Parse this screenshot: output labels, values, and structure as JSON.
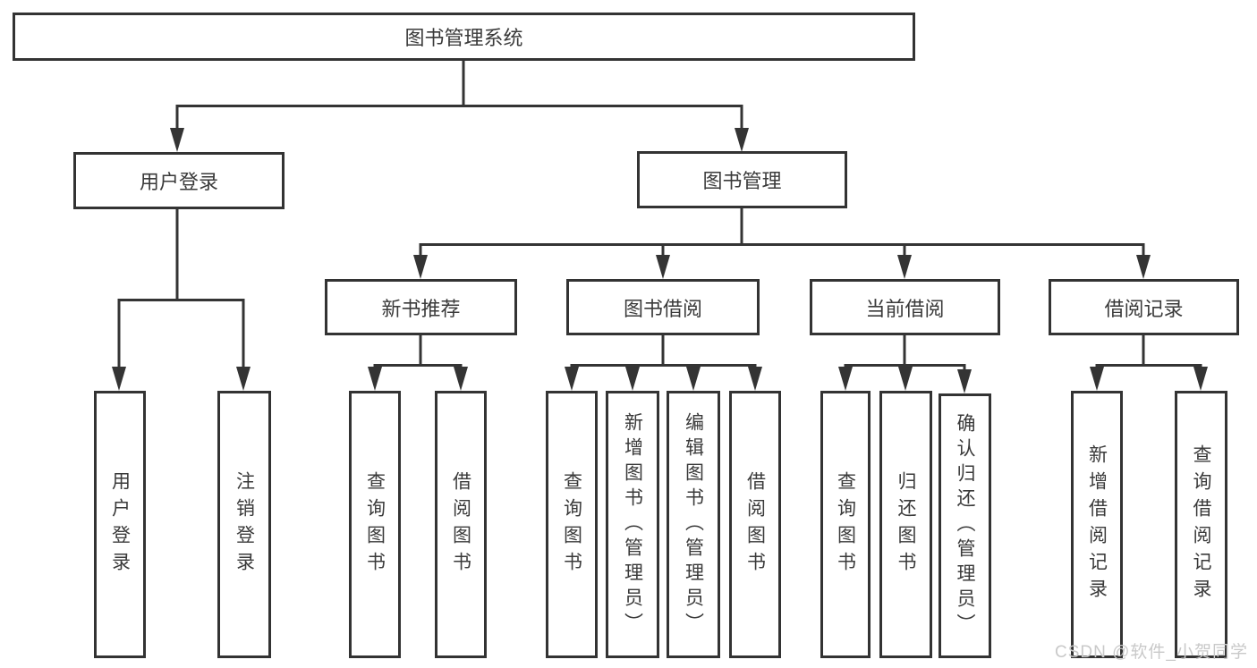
{
  "diagram_title": "图书管理系统",
  "root": {
    "label": "图书管理系统"
  },
  "level2": [
    {
      "label": "用户登录"
    },
    {
      "label": "图书管理"
    }
  ],
  "level3": [
    {
      "label": "新书推荐"
    },
    {
      "label": "图书借阅"
    },
    {
      "label": "当前借阅"
    },
    {
      "label": "借阅记录"
    }
  ],
  "leaves": [
    {
      "label": "用户登录",
      "parent": "用户登录"
    },
    {
      "label": "注销登录",
      "parent": "用户登录"
    },
    {
      "label": "查询图书",
      "parent": "新书推荐"
    },
    {
      "label": "借阅图书",
      "parent": "新书推荐"
    },
    {
      "label": "查询图书",
      "parent": "图书借阅"
    },
    {
      "label": "新增图书（管理员）",
      "parent": "图书借阅"
    },
    {
      "label": "编辑图书（管理员）",
      "parent": "图书借阅"
    },
    {
      "label": "借阅图书",
      "parent": "图书借阅"
    },
    {
      "label": "查询图书",
      "parent": "当前借阅"
    },
    {
      "label": "归还图书",
      "parent": "当前借阅"
    },
    {
      "label": "确认归还（管理员）",
      "parent": "当前借阅"
    },
    {
      "label": "新增借阅记录",
      "parent": "借阅记录"
    },
    {
      "label": "查询借阅记录",
      "parent": "借阅记录"
    }
  ],
  "watermark": "CSDN @软件_小贺同学",
  "colors": {
    "line": "#343434",
    "border": "#333333",
    "text": "#3a3a3a",
    "watermark": "#c9c9c9",
    "background": "#ffffff"
  }
}
